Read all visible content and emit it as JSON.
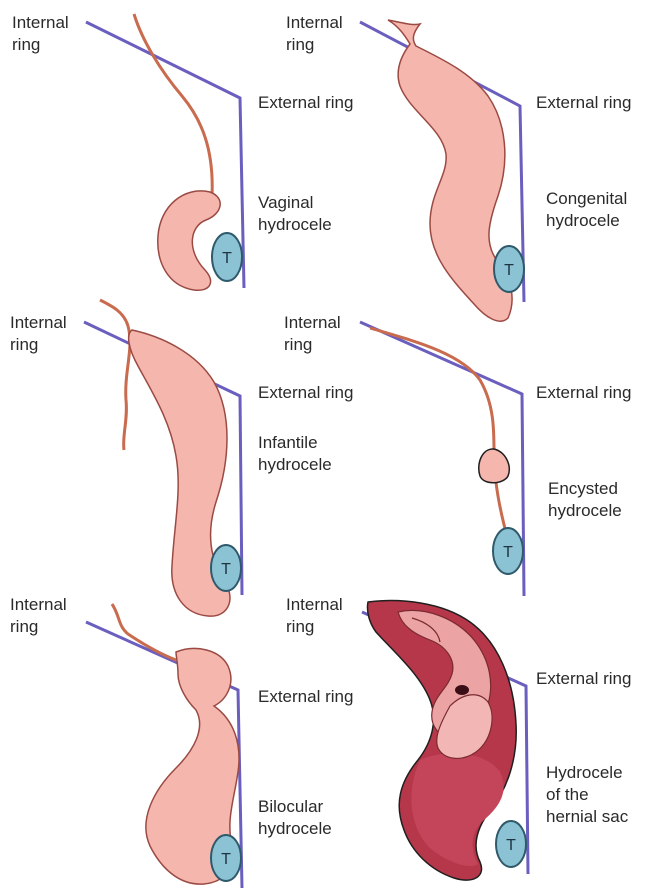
{
  "colors": {
    "canal_line": "#6a5fbe",
    "sac_fill": "#f4b6ad",
    "sac_stroke": "#9b4a43",
    "cord": "#c96b4e",
    "testis_fill": "#8cc3d4",
    "testis_stroke": "#2f5a6b",
    "hernia_dark": "#b6374a",
    "hernia_light": "#eba3a4"
  },
  "common": {
    "internal_ring": "Internal\nring",
    "external_ring": "External ring",
    "testis": "T"
  },
  "panels": [
    {
      "id": "vaginal",
      "caption": "Vaginal\nhydrocele"
    },
    {
      "id": "congenital",
      "caption": "Congenital\nhydrocele"
    },
    {
      "id": "infantile",
      "caption": "Infantile\nhydrocele"
    },
    {
      "id": "encysted",
      "caption": "Encysted\nhydrocele"
    },
    {
      "id": "bilocular",
      "caption": "Bilocular\nhydrocele"
    },
    {
      "id": "hernial-sac",
      "caption": "Hydrocele\nof the\nhernial sac"
    }
  ]
}
